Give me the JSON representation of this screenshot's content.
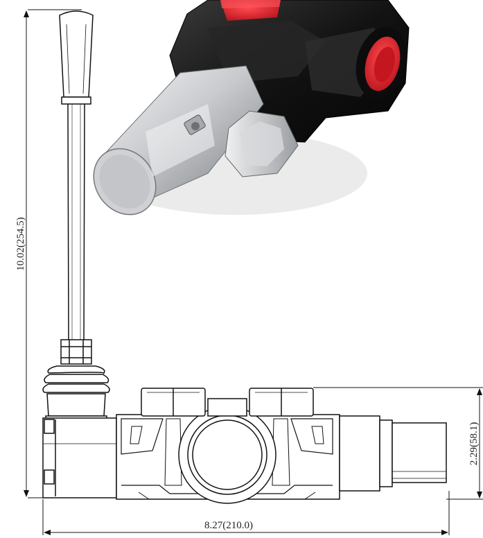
{
  "dimensions": {
    "height": "10.02(254.5)",
    "width": "8.27(210.0)",
    "body_height": "2.29(58.1)"
  },
  "colors": {
    "line": "#111111",
    "cap_red": "#e0212b",
    "valve_body": "#1b1b1b",
    "steel_light": "#e2e3e4",
    "steel_dark": "#8d9094"
  }
}
